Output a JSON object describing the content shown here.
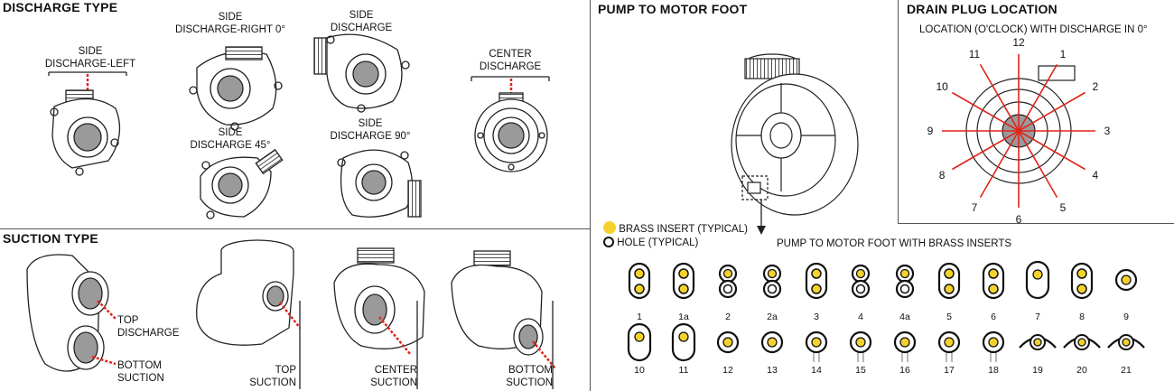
{
  "discharge": {
    "title": "DISCHARGE TYPE",
    "side_left": "SIDE\nDISCHARGE-LEFT",
    "side_right": "SIDE\nDISCHARGE-RIGHT 0°",
    "side": "SIDE\nDISCHARGE",
    "center": "CENTER\nDISCHARGE",
    "side45": "SIDE\nDISCHARGE 45°",
    "side90": "SIDE\nDISCHARGE 90°"
  },
  "suction": {
    "title": "SUCTION TYPE",
    "top_discharge": "TOP\nDISCHARGE",
    "bottom_suction": "BOTTOM\nSUCTION",
    "top_suction": "TOP\nSUCTION",
    "center_suction": "CENTER\nSUCTION",
    "bottom_suction2": "BOTTOM\nSUCTION"
  },
  "motor_foot": {
    "title": "PUMP TO MOTOR FOOT",
    "legend_brass": "BRASS INSERT  (TYPICAL)",
    "legend_hole": "HOLE  (TYPICAL)",
    "subtitle": "PUMP TO MOTOR FOOT WITH BRASS INSERTS",
    "row1": [
      "1",
      "1a",
      "2",
      "2a",
      "3",
      "4",
      "4a",
      "5",
      "6",
      "7",
      "8",
      "9"
    ],
    "row2": [
      "10",
      "11",
      "12",
      "13",
      "14",
      "15",
      "16",
      "17",
      "18",
      "19",
      "20",
      "21"
    ]
  },
  "drain": {
    "title": "DRAIN PLUG LOCATION",
    "subtitle": "LOCATION (O'CLOCK) WITH DISCHARGE IN 0°",
    "hours": [
      "12",
      "1",
      "2",
      "3",
      "4",
      "5",
      "6",
      "7",
      "8",
      "9",
      "10",
      "11"
    ]
  },
  "colors": {
    "accent_red": "#e0241b",
    "brass": "#f4d22e",
    "gray": "#9a9a9a"
  }
}
